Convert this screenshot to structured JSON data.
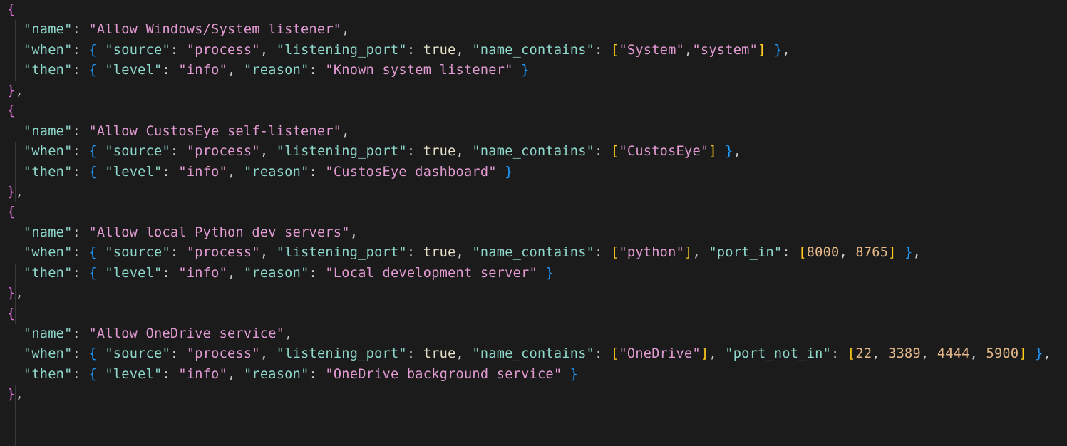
{
  "editor": {
    "theme": {
      "background": "#1b1b1b",
      "key_color": "#8fd8cc",
      "string_color": "#e39bd3",
      "number_color": "#e6b98a",
      "boolean_color": "#e5e0c8",
      "outer_brace_color": "#da70d6",
      "inner_brace_color": "#1e9bff",
      "bracket_color": "#ffcc1a"
    },
    "rules": [
      {
        "name": "Allow Windows/System listener",
        "when": {
          "source": "process",
          "listening_port": "true",
          "name_contains": [
            "System",
            "system"
          ]
        },
        "then": {
          "level": "info",
          "reason": "Known system listener"
        }
      },
      {
        "name": "Allow CustosEye self-listener",
        "when": {
          "source": "process",
          "listening_port": "true",
          "name_contains": [
            "CustosEye"
          ]
        },
        "then": {
          "level": "info",
          "reason": "CustosEye dashboard"
        }
      },
      {
        "name": "Allow local Python dev servers",
        "when": {
          "source": "process",
          "listening_port": "true",
          "name_contains": [
            "python"
          ],
          "port_in": [
            "8000",
            "8765"
          ]
        },
        "then": {
          "level": "info",
          "reason": "Local development server"
        }
      },
      {
        "name": "Allow OneDrive service",
        "when": {
          "source": "process",
          "listening_port": "true",
          "name_contains": [
            "OneDrive"
          ],
          "port_not_in": [
            "22",
            "3389",
            "4444",
            "5900"
          ]
        },
        "then": {
          "level": "info",
          "reason": "OneDrive background service"
        }
      }
    ]
  }
}
